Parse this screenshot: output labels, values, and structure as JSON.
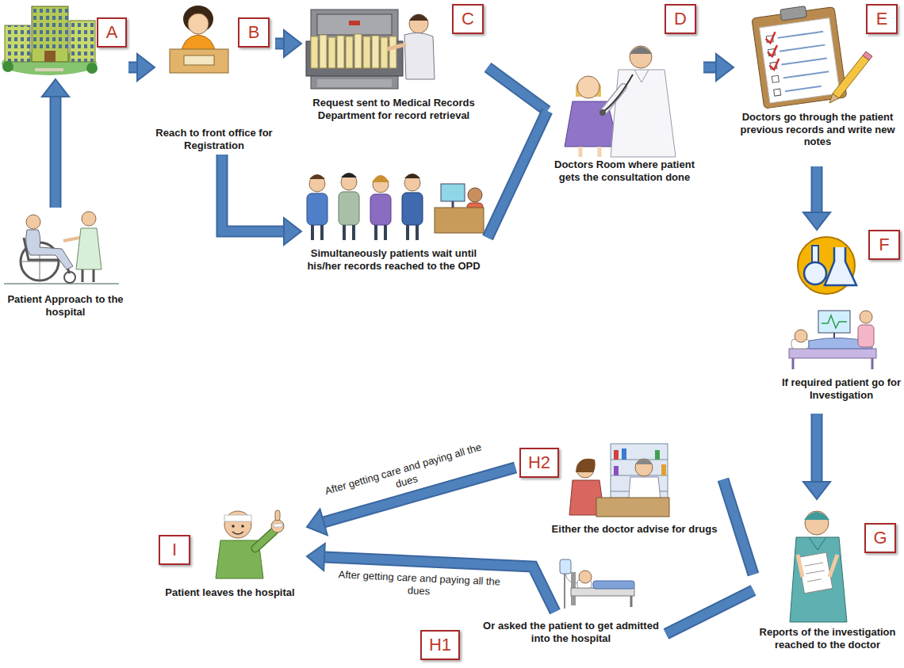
{
  "diagram": {
    "nodes": [
      {
        "text": [
          "Patient Approach to the hospital"
        ]
      },
      {
        "text": [
          "A"
        ]
      },
      {
        "text": [
          "B",
          "Reach to front office for Registration"
        ]
      },
      {
        "text": [
          "C",
          "Request sent to Medical Records Department for record retrieval"
        ]
      },
      {
        "text": [
          "Simultaneously patients wait until his/her records reached to the OPD"
        ]
      },
      {
        "text": [
          "D",
          "Doctors Room where patient gets the consultation done"
        ]
      },
      {
        "text": [
          "E",
          "Doctors go through the patient previous records and write new notes"
        ]
      },
      {
        "text": [
          "F",
          "If required patient go for Investigation"
        ]
      },
      {
        "text": [
          "G",
          "Reports of the investigation reached to the doctor"
        ]
      },
      {
        "text": [
          "H2",
          "Either the doctor advise for drugs"
        ]
      },
      {
        "text": [
          "H1",
          "Or asked the patient to get admitted into the hospital"
        ]
      },
      {
        "text": [
          "I",
          "Patient leaves the hospital"
        ]
      }
    ],
    "edges": [
      {
        "from": 0,
        "to": 1,
        "arrow": "to"
      },
      {
        "from": 1,
        "to": 2,
        "arrow": "to"
      },
      {
        "from": 2,
        "to": 3,
        "arrow": "to"
      },
      {
        "from": 2,
        "to": 4,
        "arrow": "to"
      },
      {
        "from": 3,
        "to": 5,
        "arrow": "none"
      },
      {
        "from": 4,
        "to": 5,
        "arrow": "none"
      },
      {
        "from": 5,
        "to": 6,
        "arrow": "to"
      },
      {
        "from": 6,
        "to": 7,
        "arrow": "to"
      },
      {
        "from": 7,
        "to": 8,
        "arrow": "to"
      },
      {
        "from": 8,
        "to": 9,
        "arrow": "none"
      },
      {
        "from": 8,
        "to": 10,
        "arrow": "none"
      },
      {
        "from": 9,
        "to": 11,
        "label": "After getting care and paying all the dues",
        "arrow": "to"
      },
      {
        "from": 10,
        "to": 11,
        "label": "After getting care and paying all the dues",
        "arrow": "to"
      }
    ]
  }
}
